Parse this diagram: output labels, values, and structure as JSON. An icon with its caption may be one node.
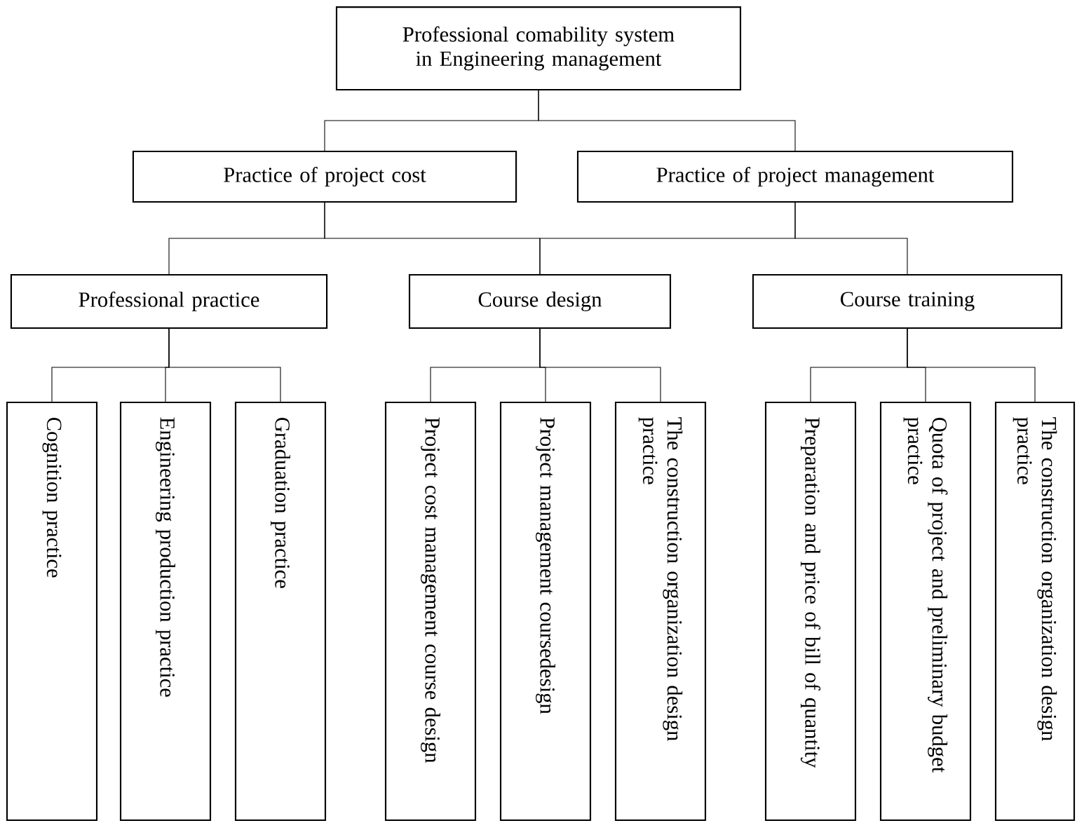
{
  "diagram": {
    "nodes": [
      {
        "text": [
          "Professional comability system in Engineering management"
        ]
      },
      {
        "text": [
          "Practice of project cost"
        ]
      },
      {
        "text": [
          "Practice of project management"
        ]
      },
      {
        "text": [
          "Professional practice"
        ]
      },
      {
        "text": [
          "Course design"
        ]
      },
      {
        "text": [
          "Course training"
        ]
      },
      {
        "text": [
          "Cognition practice"
        ]
      },
      {
        "text": [
          "Engineering production practice"
        ]
      },
      {
        "text": [
          "Graduation practice"
        ]
      },
      {
        "text": [
          "Project cost management course design"
        ]
      },
      {
        "text": [
          "Project management coursedesign"
        ]
      },
      {
        "text": [
          "The construction organization design practice"
        ]
      },
      {
        "text": [
          "Preparation and price of bill of quantity"
        ]
      },
      {
        "text": [
          "Quota of project and preliminary budget practice"
        ]
      },
      {
        "text": [
          "The construction organization design practice"
        ]
      }
    ],
    "edges": [
      {
        "from": 0,
        "to": 1,
        "arrow": "none"
      },
      {
        "from": 0,
        "to": 2,
        "arrow": "none"
      },
      {
        "from": 1,
        "to": 3,
        "arrow": "none"
      },
      {
        "from": 1,
        "to": 4,
        "arrow": "none"
      },
      {
        "from": 2,
        "to": 5,
        "arrow": "none"
      },
      {
        "from": 2,
        "to": 4,
        "arrow": "none"
      },
      {
        "from": 3,
        "to": 6,
        "arrow": "none"
      },
      {
        "from": 3,
        "to": 7,
        "arrow": "none"
      },
      {
        "from": 3,
        "to": 8,
        "arrow": "none"
      },
      {
        "from": 4,
        "to": 9,
        "arrow": "none"
      },
      {
        "from": 4,
        "to": 10,
        "arrow": "none"
      },
      {
        "from": 4,
        "to": 11,
        "arrow": "none"
      },
      {
        "from": 5,
        "to": 12,
        "arrow": "none"
      },
      {
        "from": 5,
        "to": 13,
        "arrow": "none"
      },
      {
        "from": 5,
        "to": 14,
        "arrow": "none"
      }
    ]
  }
}
